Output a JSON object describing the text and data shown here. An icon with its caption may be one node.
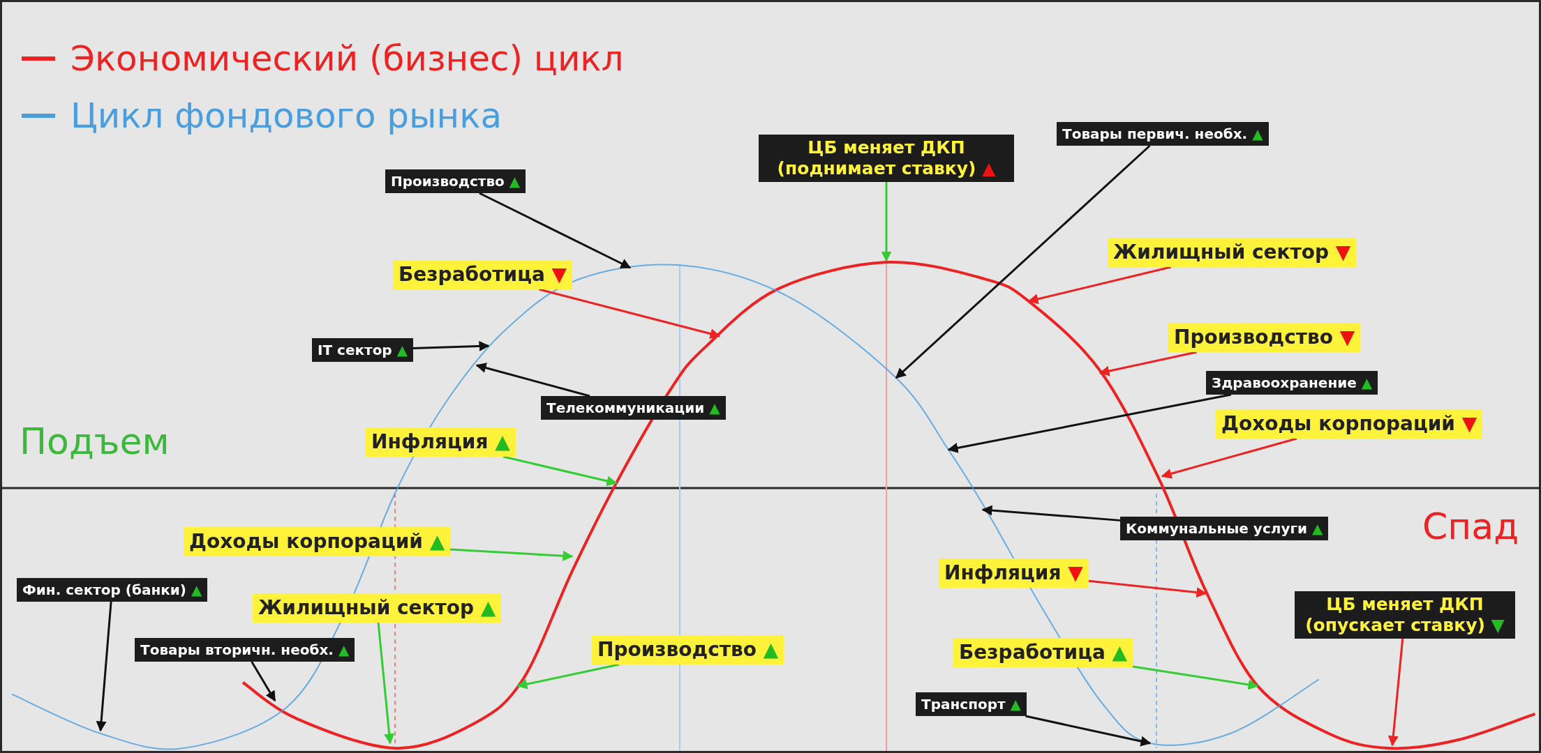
{
  "diagram": {
    "nodes": [
      {
        "text": [
          "Производство",
          "▲"
        ]
      },
      {
        "text": [
          "Безработица",
          "▼"
        ]
      },
      {
        "text": [
          "IT сектор",
          "▲"
        ]
      },
      {
        "text": [
          "Телекоммуникации",
          "▲"
        ]
      },
      {
        "text": [
          "Инфляция",
          "▲"
        ]
      },
      {
        "text": [
          "ЦБ меняет ДКП (поднимает ставку)",
          "▲"
        ]
      },
      {
        "text": [
          "Товары первич. необх.",
          "▲"
        ]
      },
      {
        "text": [
          "Жилищный сектор",
          "▼"
        ]
      },
      {
        "text": [
          "Производство",
          "▼"
        ]
      },
      {
        "text": [
          "Здравоохранение",
          "▲"
        ]
      },
      {
        "text": [
          "Доходы корпораций",
          "▼"
        ]
      },
      {
        "text": [
          "Коммунальные услуги",
          "▲"
        ]
      },
      {
        "text": [
          "Доходы корпораций",
          "▲"
        ]
      },
      {
        "text": [
          "Фин. сектор (банки)",
          "▲"
        ]
      },
      {
        "text": [
          "Жилищный сектор",
          "▲"
        ]
      },
      {
        "text": [
          "Инфляция",
          "▼"
        ]
      },
      {
        "text": [
          "ЦБ меняет ДКП (опускает ставку)",
          "▼"
        ]
      },
      {
        "text": [
          "Товары вторичн. необх.",
          "▲"
        ]
      },
      {
        "text": [
          "Производство",
          "▲"
        ]
      },
      {
        "text": [
          "Безработица",
          "▲"
        ]
      },
      {
        "text": [
          "Транспорт",
          "▲"
        ]
      }
    ],
    "edges": [
      {
        "from": 0,
        "to": null,
        "arrow": "to"
      },
      {
        "from": 1,
        "to": null,
        "arrow": "to",
        "color": "#ee2222"
      },
      {
        "from": 2,
        "to": null,
        "arrow": "to"
      },
      {
        "from": 3,
        "to": null,
        "arrow": "to"
      },
      {
        "from": 4,
        "to": null,
        "arrow": "to",
        "color": "#33cc33"
      },
      {
        "from": 5,
        "to": null,
        "arrow": "to",
        "color": "#33cc33"
      },
      {
        "from": 6,
        "to": null,
        "arrow": "to"
      },
      {
        "from": 7,
        "to": null,
        "arrow": "to",
        "color": "#ee2222"
      },
      {
        "from": 8,
        "to": null,
        "arrow": "to",
        "color": "#ee2222"
      },
      {
        "from": 9,
        "to": null,
        "arrow": "to"
      },
      {
        "from": 10,
        "to": null,
        "arrow": "to",
        "color": "#ee2222"
      },
      {
        "from": 11,
        "to": null,
        "arrow": "to"
      },
      {
        "from": 12,
        "to": null,
        "arrow": "to",
        "color": "#33cc33"
      },
      {
        "from": 13,
        "to": null,
        "arrow": "to"
      },
      {
        "from": 14,
        "to": null,
        "arrow": "to",
        "color": "#33cc33"
      },
      {
        "from": 15,
        "to": null,
        "arrow": "to",
        "color": "#ee2222"
      },
      {
        "from": 16,
        "to": null,
        "arrow": "to",
        "color": "#ee2222"
      },
      {
        "from": 17,
        "to": null,
        "arrow": "to"
      },
      {
        "from": 18,
        "to": null,
        "arrow": "to",
        "color": "#33cc33"
      },
      {
        "from": 19,
        "to": null,
        "arrow": "to",
        "color": "#33cc33"
      },
      {
        "from": 20,
        "to": null,
        "arrow": "to"
      }
    ],
    "labels": [
      "Подъем",
      "Спад"
    ],
    "legend": [
      {
        "text": "Экономический (бизнес) цикл",
        "color": "#ee2222"
      },
      {
        "text": "Цикл фондового рынка",
        "color": "#4a9ee0"
      }
    ]
  }
}
